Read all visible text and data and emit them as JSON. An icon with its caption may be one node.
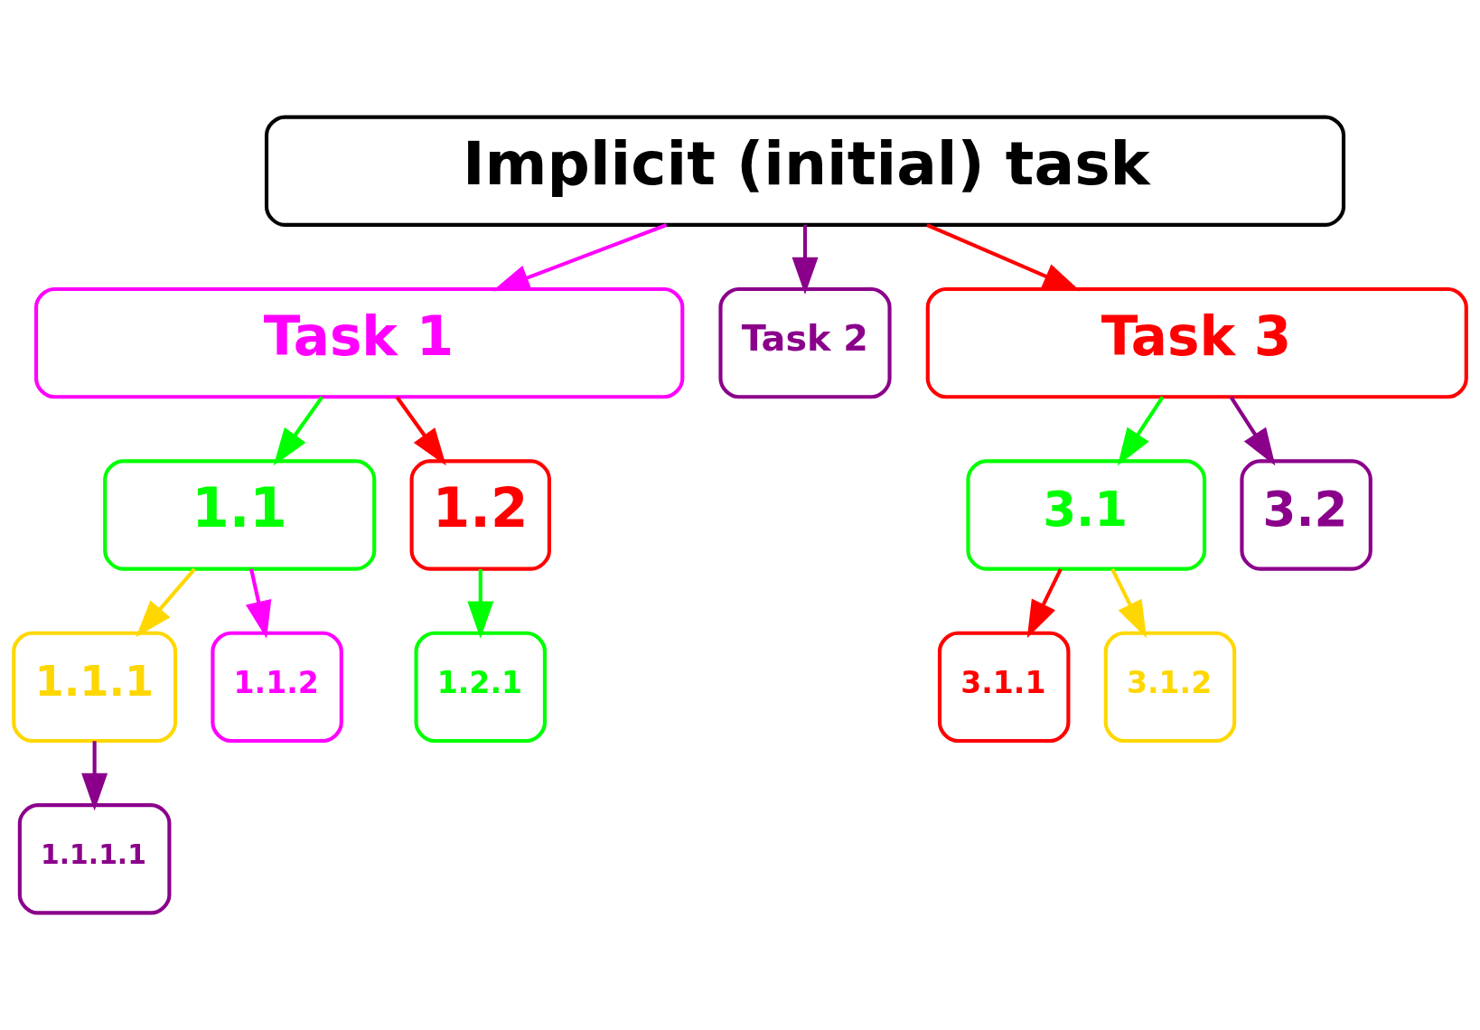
{
  "diagram": {
    "nodes": [
      {
        "text": [
          "Implicit (initial) task"
        ]
      },
      {
        "text": [
          "Task 1"
        ]
      },
      {
        "text": [
          "Task 2"
        ]
      },
      {
        "text": [
          "Task 3"
        ]
      },
      {
        "text": [
          "1.1"
        ]
      },
      {
        "text": [
          "1.2"
        ]
      },
      {
        "text": [
          "1.1.1"
        ]
      },
      {
        "text": [
          "1.1.2"
        ]
      },
      {
        "text": [
          "1.2.1"
        ]
      },
      {
        "text": [
          "1.1.1.1"
        ]
      },
      {
        "text": [
          "3.1"
        ]
      },
      {
        "text": [
          "3.2"
        ]
      },
      {
        "text": [
          "3.1.1"
        ]
      },
      {
        "text": [
          "3.1.2"
        ]
      }
    ],
    "edges": [
      {
        "from": 0,
        "to": 1,
        "arrow": "to",
        "color": "#ff00ff"
      },
      {
        "from": 0,
        "to": 2,
        "arrow": "to",
        "color": "#8b008b"
      },
      {
        "from": 0,
        "to": 3,
        "arrow": "to",
        "color": "#ff0000"
      },
      {
        "from": 1,
        "to": 4,
        "arrow": "to",
        "color": "#00ff00"
      },
      {
        "from": 1,
        "to": 5,
        "arrow": "to",
        "color": "#ff0000"
      },
      {
        "from": 4,
        "to": 6,
        "arrow": "to",
        "color": "#ffd700"
      },
      {
        "from": 4,
        "to": 7,
        "arrow": "to",
        "color": "#ff00ff"
      },
      {
        "from": 5,
        "to": 8,
        "arrow": "to",
        "color": "#00ff00"
      },
      {
        "from": 6,
        "to": 9,
        "arrow": "to",
        "color": "#8b008b"
      },
      {
        "from": 3,
        "to": 10,
        "arrow": "to",
        "color": "#00ff00"
      },
      {
        "from": 3,
        "to": 11,
        "arrow": "to",
        "color": "#8b008b"
      },
      {
        "from": 10,
        "to": 12,
        "arrow": "to",
        "color": "#ff0000"
      },
      {
        "from": 10,
        "to": 13,
        "arrow": "to",
        "color": "#ffd700"
      }
    ]
  }
}
